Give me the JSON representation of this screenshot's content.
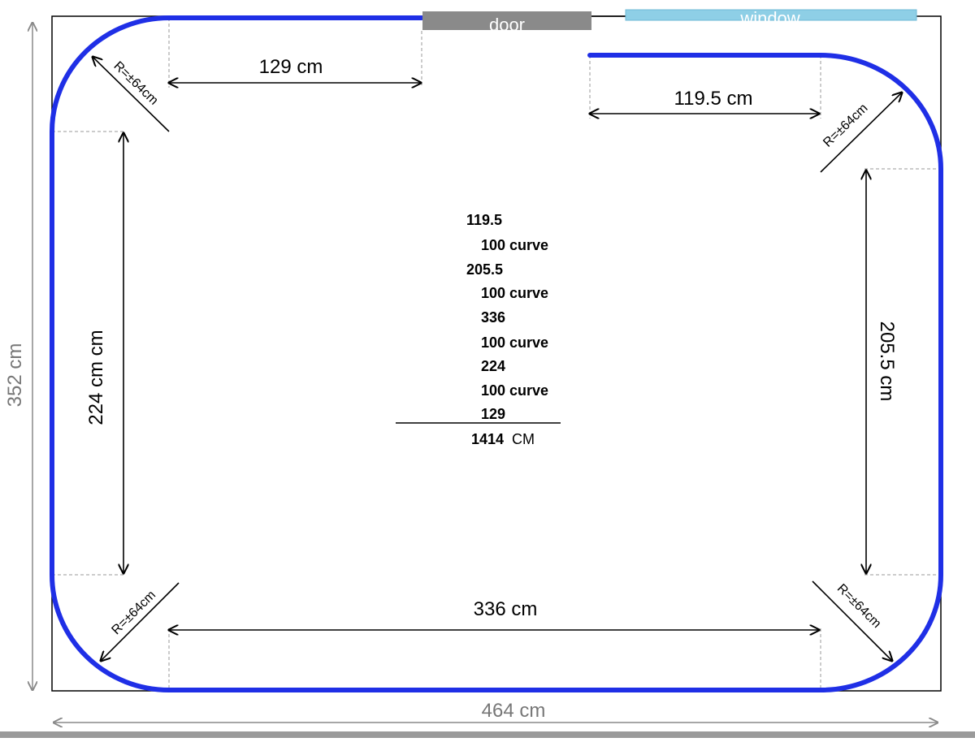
{
  "labels": {
    "door": "door",
    "window": "window",
    "top_left_length": "129 cm",
    "top_right_length": "119.5 cm",
    "left_length": "224 cm cm",
    "right_length": "205.5 cm",
    "bottom_length": "336 cm",
    "outer_height": "352 cm",
    "outer_width": "464 cm"
  },
  "radius_labels": {
    "top_left": "R=±64cm",
    "top_right": "R=±64cm",
    "bottom_left": "R=±64cm",
    "bottom_right": "R=±64cm"
  },
  "summation": {
    "rows": [
      "119.5",
      "100 curve",
      "205.5",
      "100 curve",
      "336",
      "100 curve",
      "224",
      "100 curve",
      "129"
    ],
    "total_value": "1414",
    "total_unit": "CM"
  },
  "colors": {
    "track": "#1f2fe6",
    "door": "#8a8a8a",
    "window": "#8ecfe6",
    "room_outline": "#000000",
    "outer_dimension": "#8a8a8a",
    "guide": "#9a9a9a"
  }
}
